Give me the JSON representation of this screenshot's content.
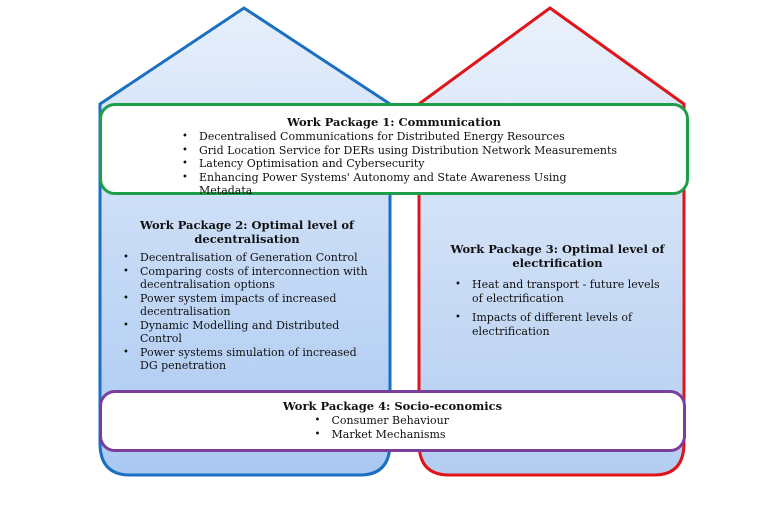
{
  "wp1": {
    "title": "Work Package 1: Communication",
    "items": [
      "Decentralised Communications for Distributed Energy Resources",
      "Grid Location Service for DERs using Distribution Network Measurements",
      "Latency Optimisation and Cybersecurity",
      "Enhancing Power Systems' Autonomy and State Awareness Using Metadata"
    ]
  },
  "wp2": {
    "title": "Work Package 2: Optimal level of decentralisation",
    "items": [
      "Decentralisation of Generation Control",
      "Comparing costs of interconnection with decentralisation options",
      "Power system impacts of increased decentralisation",
      "Dynamic Modelling and Distributed Control",
      "Power systems simulation of increased DG penetration"
    ]
  },
  "wp3": {
    "title": "Work Package 3: Optimal level of electrification",
    "items": [
      "Heat and transport - future levels of electrification",
      "Impacts of different levels of electrification"
    ]
  },
  "wp4": {
    "title": "Work Package 4: Socio-economics",
    "items": [
      "Consumer Behaviour",
      "Market Mechanisms"
    ]
  },
  "colors": {
    "blue_outline": "#1a6fc0",
    "red_outline": "#e0141b",
    "green_border": "#1f9e4a",
    "purple_border": "#7a3f9c"
  }
}
